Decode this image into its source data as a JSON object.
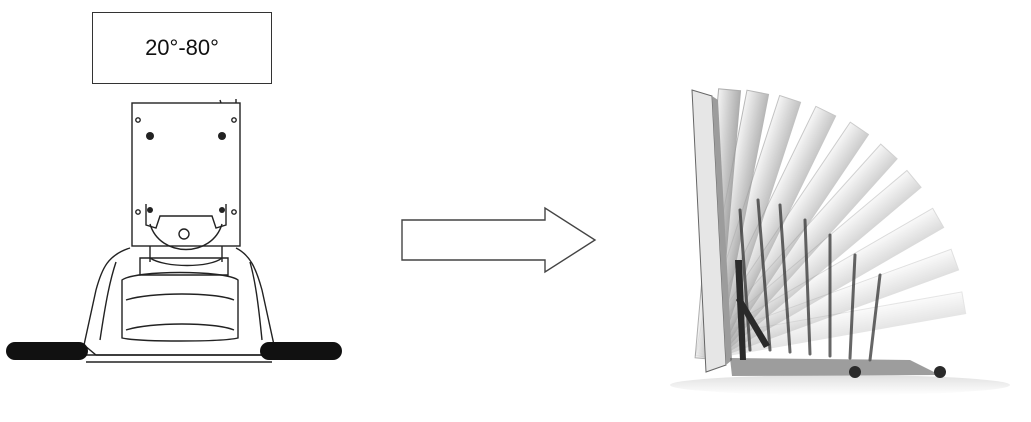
{
  "diagram": {
    "angle_label": "20°-80°"
  },
  "icons": {
    "stand_front": "stand-front-view-icon",
    "arrow": "arrow-right-icon",
    "tilt_sequence": "tilt-range-sequence-icon"
  },
  "colors": {
    "line": "#222222",
    "foot": "#111111",
    "panel_light": "#d8d8d8",
    "panel_dark": "#3a3a3a",
    "background": "#ffffff"
  },
  "tilt_sequence": {
    "min_angle_deg": 20,
    "max_angle_deg": 80
  }
}
